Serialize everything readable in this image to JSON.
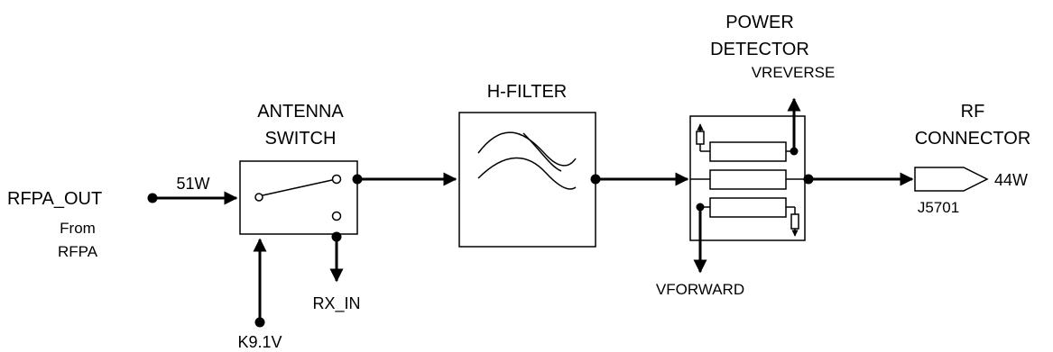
{
  "diagram": {
    "input": {
      "name": "RFPA_OUT",
      "note_line1": "From",
      "note_line2": "RFPA",
      "power_in": "51W"
    },
    "antenna_switch": {
      "title_line1": "ANTENNA",
      "title_line2": "SWITCH",
      "control_label": "K9.1V",
      "rx_label": "RX_IN"
    },
    "h_filter": {
      "title": "H-FILTER"
    },
    "power_detector": {
      "title_line1": "POWER",
      "title_line2": "DETECTOR",
      "reverse_label": "VREVERSE",
      "forward_label": "VFORWARD"
    },
    "rf_connector": {
      "title_line1": "RF",
      "title_line2": "CONNECTOR",
      "ref": "J5701",
      "power_out": "44W"
    }
  }
}
